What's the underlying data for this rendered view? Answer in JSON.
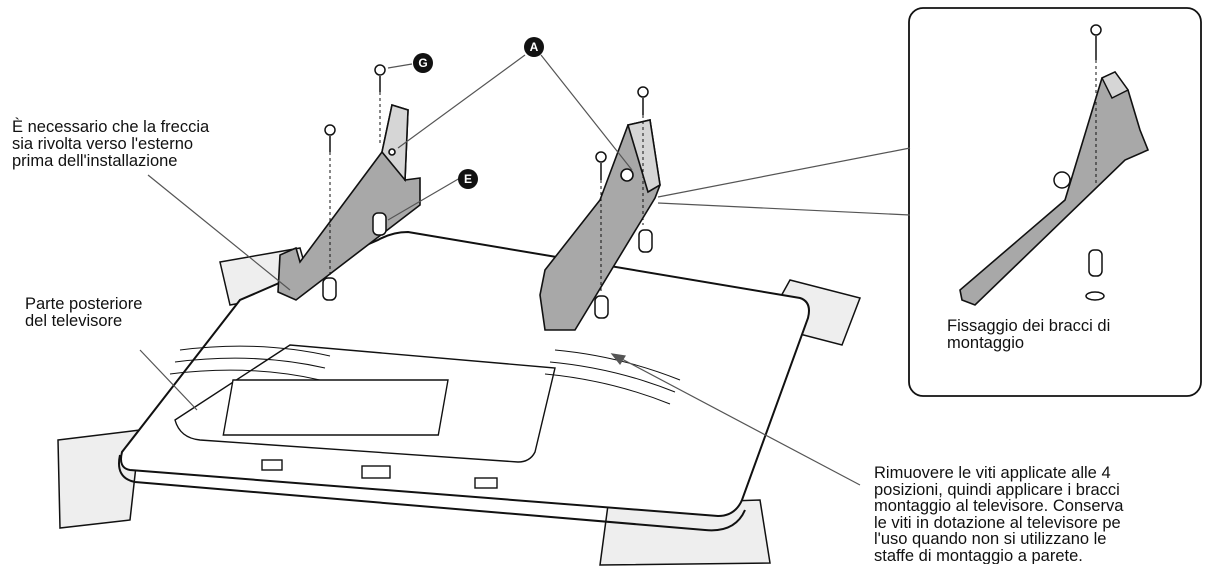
{
  "callouts": {
    "G": "G",
    "A": "A",
    "E": "E"
  },
  "labels": {
    "arrow_note": [
      "È necessario che la freccia",
      "sia rivolta verso l'esterno",
      "prima dell'installazione"
    ],
    "tv_back": [
      "Parte posteriore",
      "del televisore"
    ],
    "detail": [
      "Fissaggio dei bracci di",
      "montaggio"
    ],
    "instructions": [
      "Rimuovere le viti applicate alle 4",
      "posizioni, quindi applicare i bracci",
      "montaggio al televisore. Conserva",
      "le viti in dotazione al televisore pe",
      "l'uso quando non si utilizzano le",
      "staffe di montaggio a parete."
    ]
  },
  "colors": {
    "line": "#111111",
    "bracket": "#a8a8a8",
    "tv": "#ffffff",
    "block": "#eeeeee"
  }
}
